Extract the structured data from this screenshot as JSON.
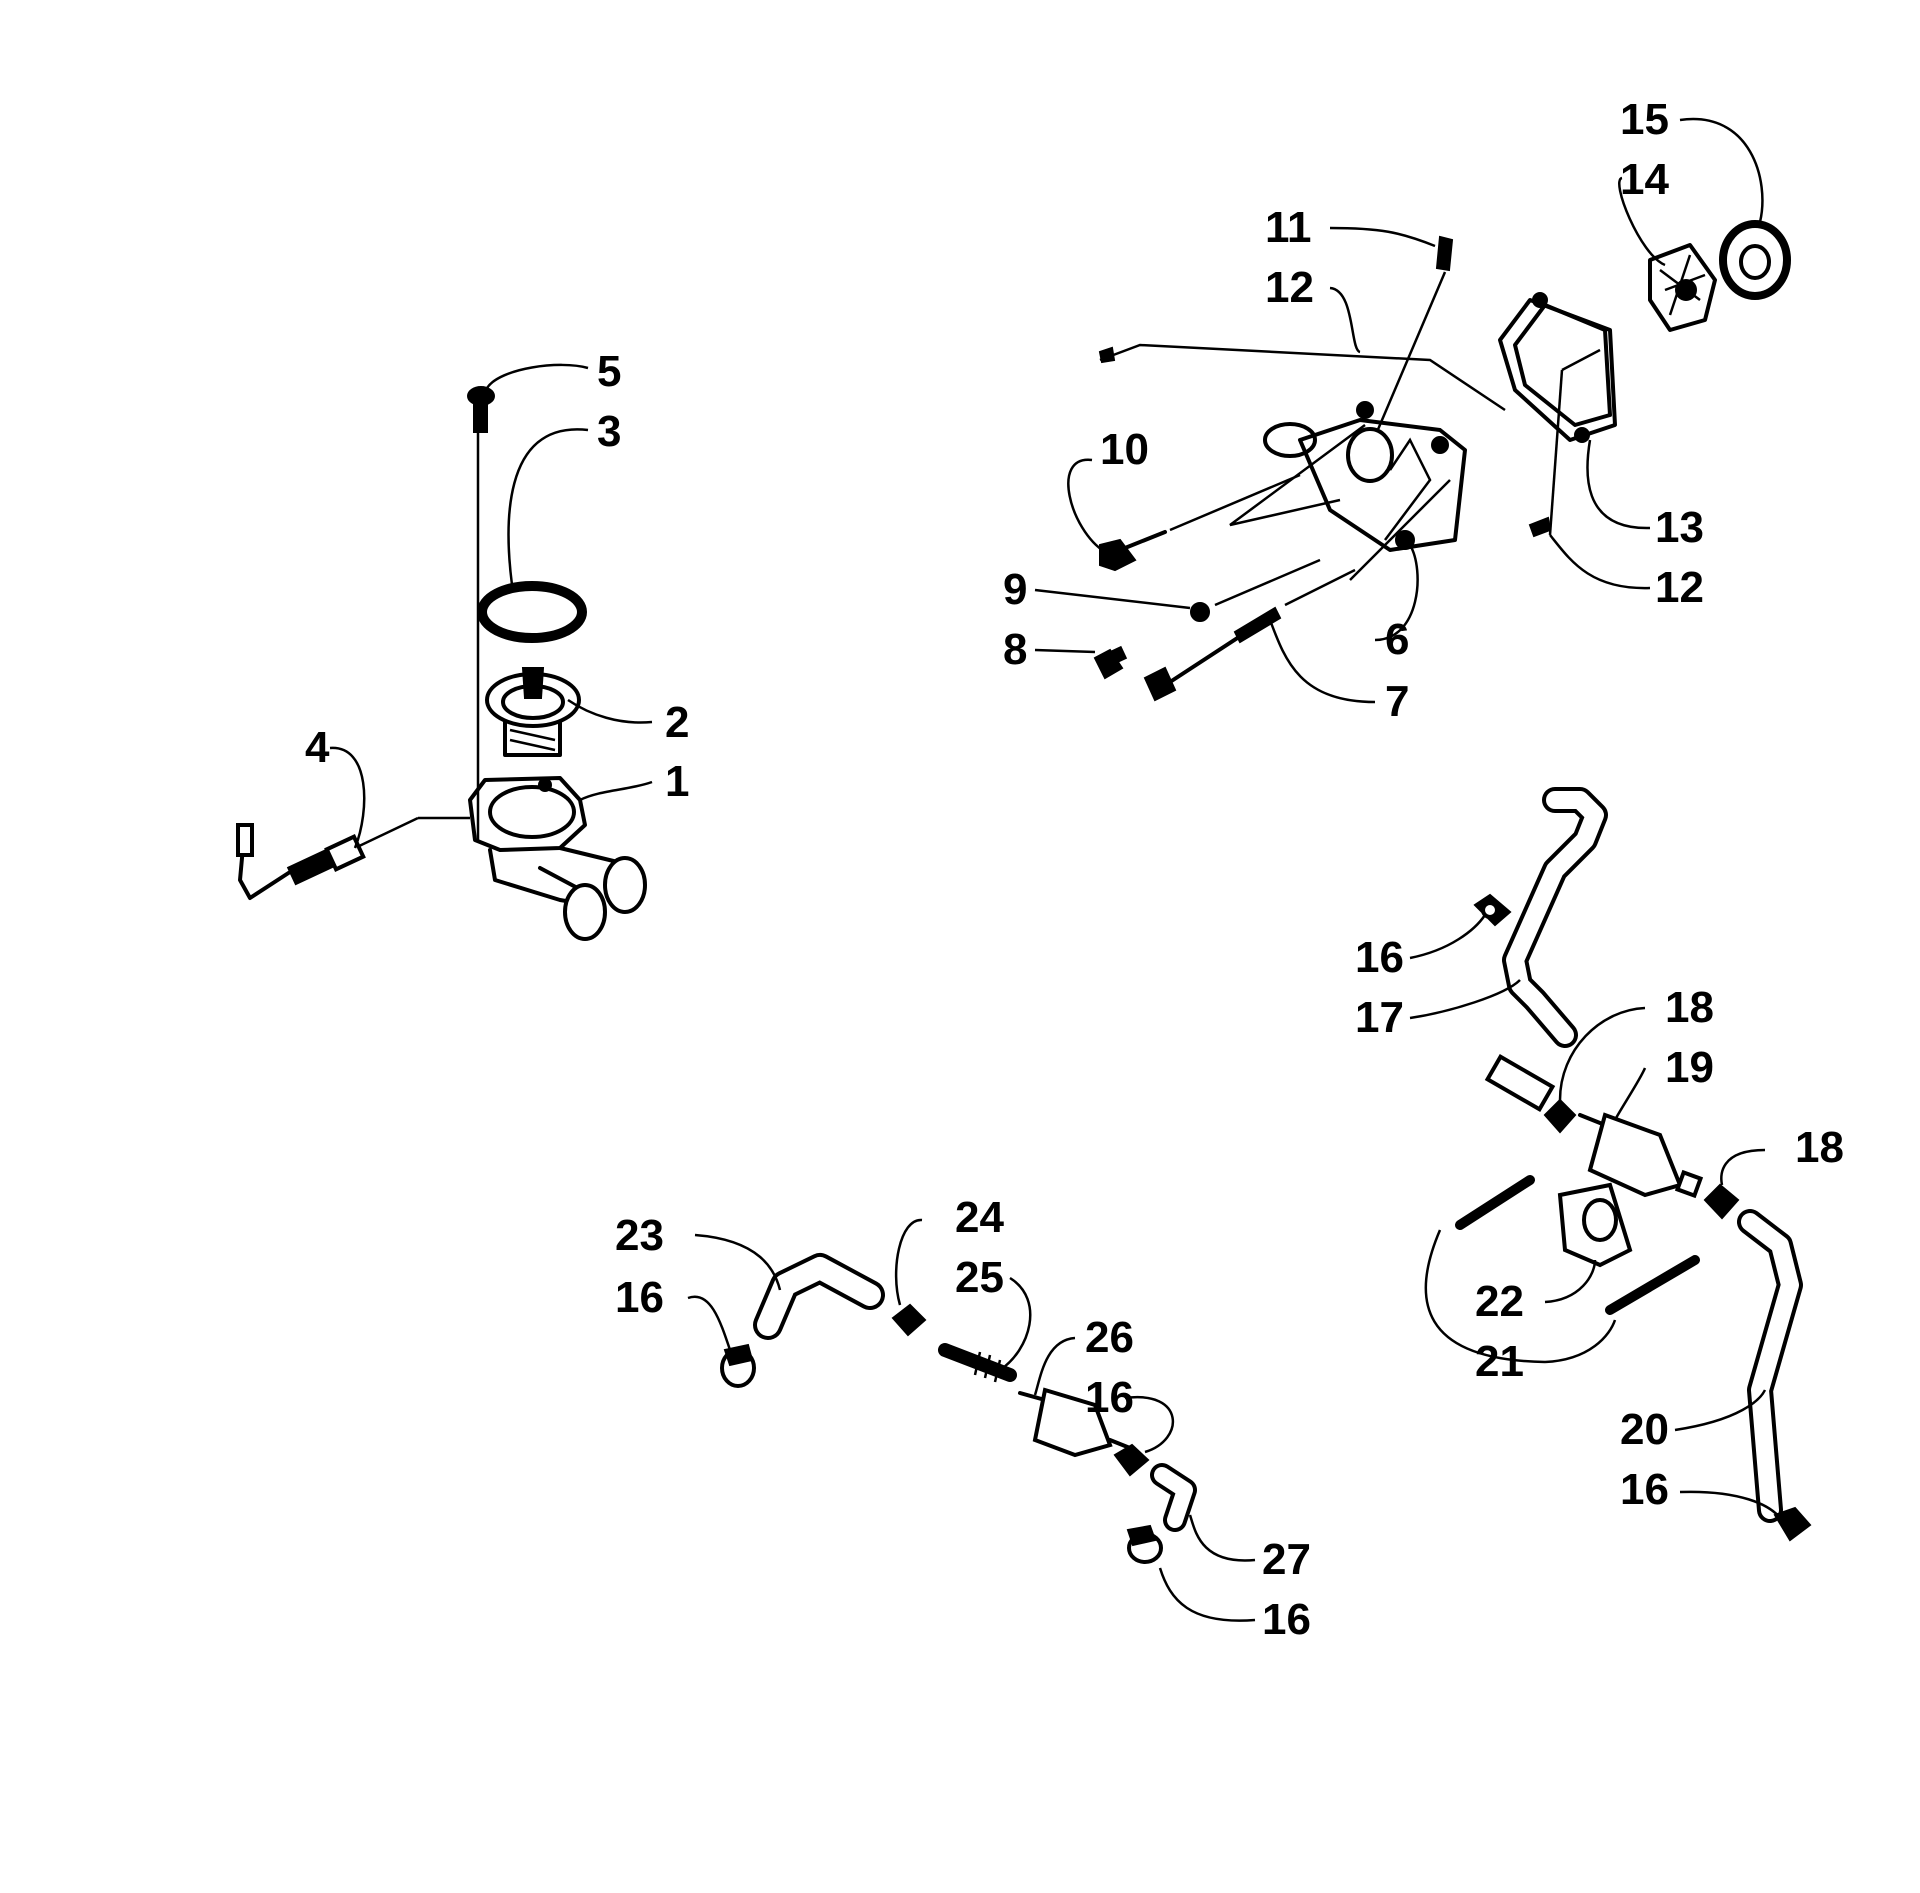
{
  "callouts": [
    "1",
    "2",
    "3",
    "4",
    "5",
    "6",
    "7",
    "8",
    "9",
    "10",
    "11",
    "12",
    "12",
    "13",
    "14",
    "15",
    "16",
    "17",
    "18",
    "19",
    "18",
    "22",
    "21",
    "20",
    "16",
    "23",
    "16",
    "24",
    "25",
    "26",
    "16",
    "27",
    "16"
  ]
}
